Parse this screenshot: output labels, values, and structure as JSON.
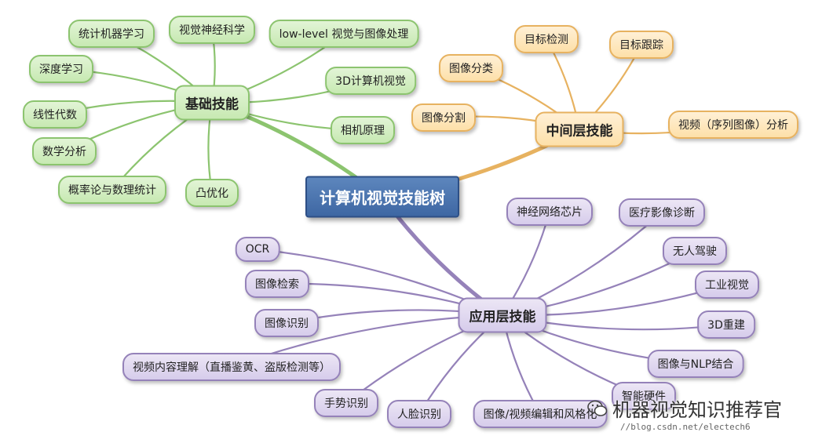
{
  "root": "计算机视觉技能树",
  "branches": {
    "basic": {
      "label": "基础技能",
      "color": "#8cc46f",
      "children": [
        "统计机器学习",
        "视觉神经科学",
        "low-level 视觉与图像处理",
        "深度学习",
        "3D计算机视觉",
        "线性代数",
        "相机原理",
        "数学分析",
        "概率论与数理统计",
        "凸优化"
      ]
    },
    "middle": {
      "label": "中间层技能",
      "color": "#e7b260",
      "children": [
        "目标检测",
        "目标跟踪",
        "图像分类",
        "图像分割",
        "视频（序列图像）分析"
      ]
    },
    "application": {
      "label": "应用层技能",
      "color": "#9582b9",
      "children": [
        "神经网络芯片",
        "医疗影像诊断",
        "OCR",
        "无人驾驶",
        "图像检索",
        "工业视觉",
        "图像识别",
        "3D重建",
        "视频内容理解（直播鉴黄、盗版检测等）",
        "图像与NLP结合",
        "手势识别",
        "人脸识别",
        "图像/视频编辑和风格化",
        "智能硬件"
      ]
    }
  },
  "watermark": {
    "text": "机器视觉知识推荐官",
    "icon": "wechat-icon",
    "url": "//blog.csdn.net/electech6"
  }
}
